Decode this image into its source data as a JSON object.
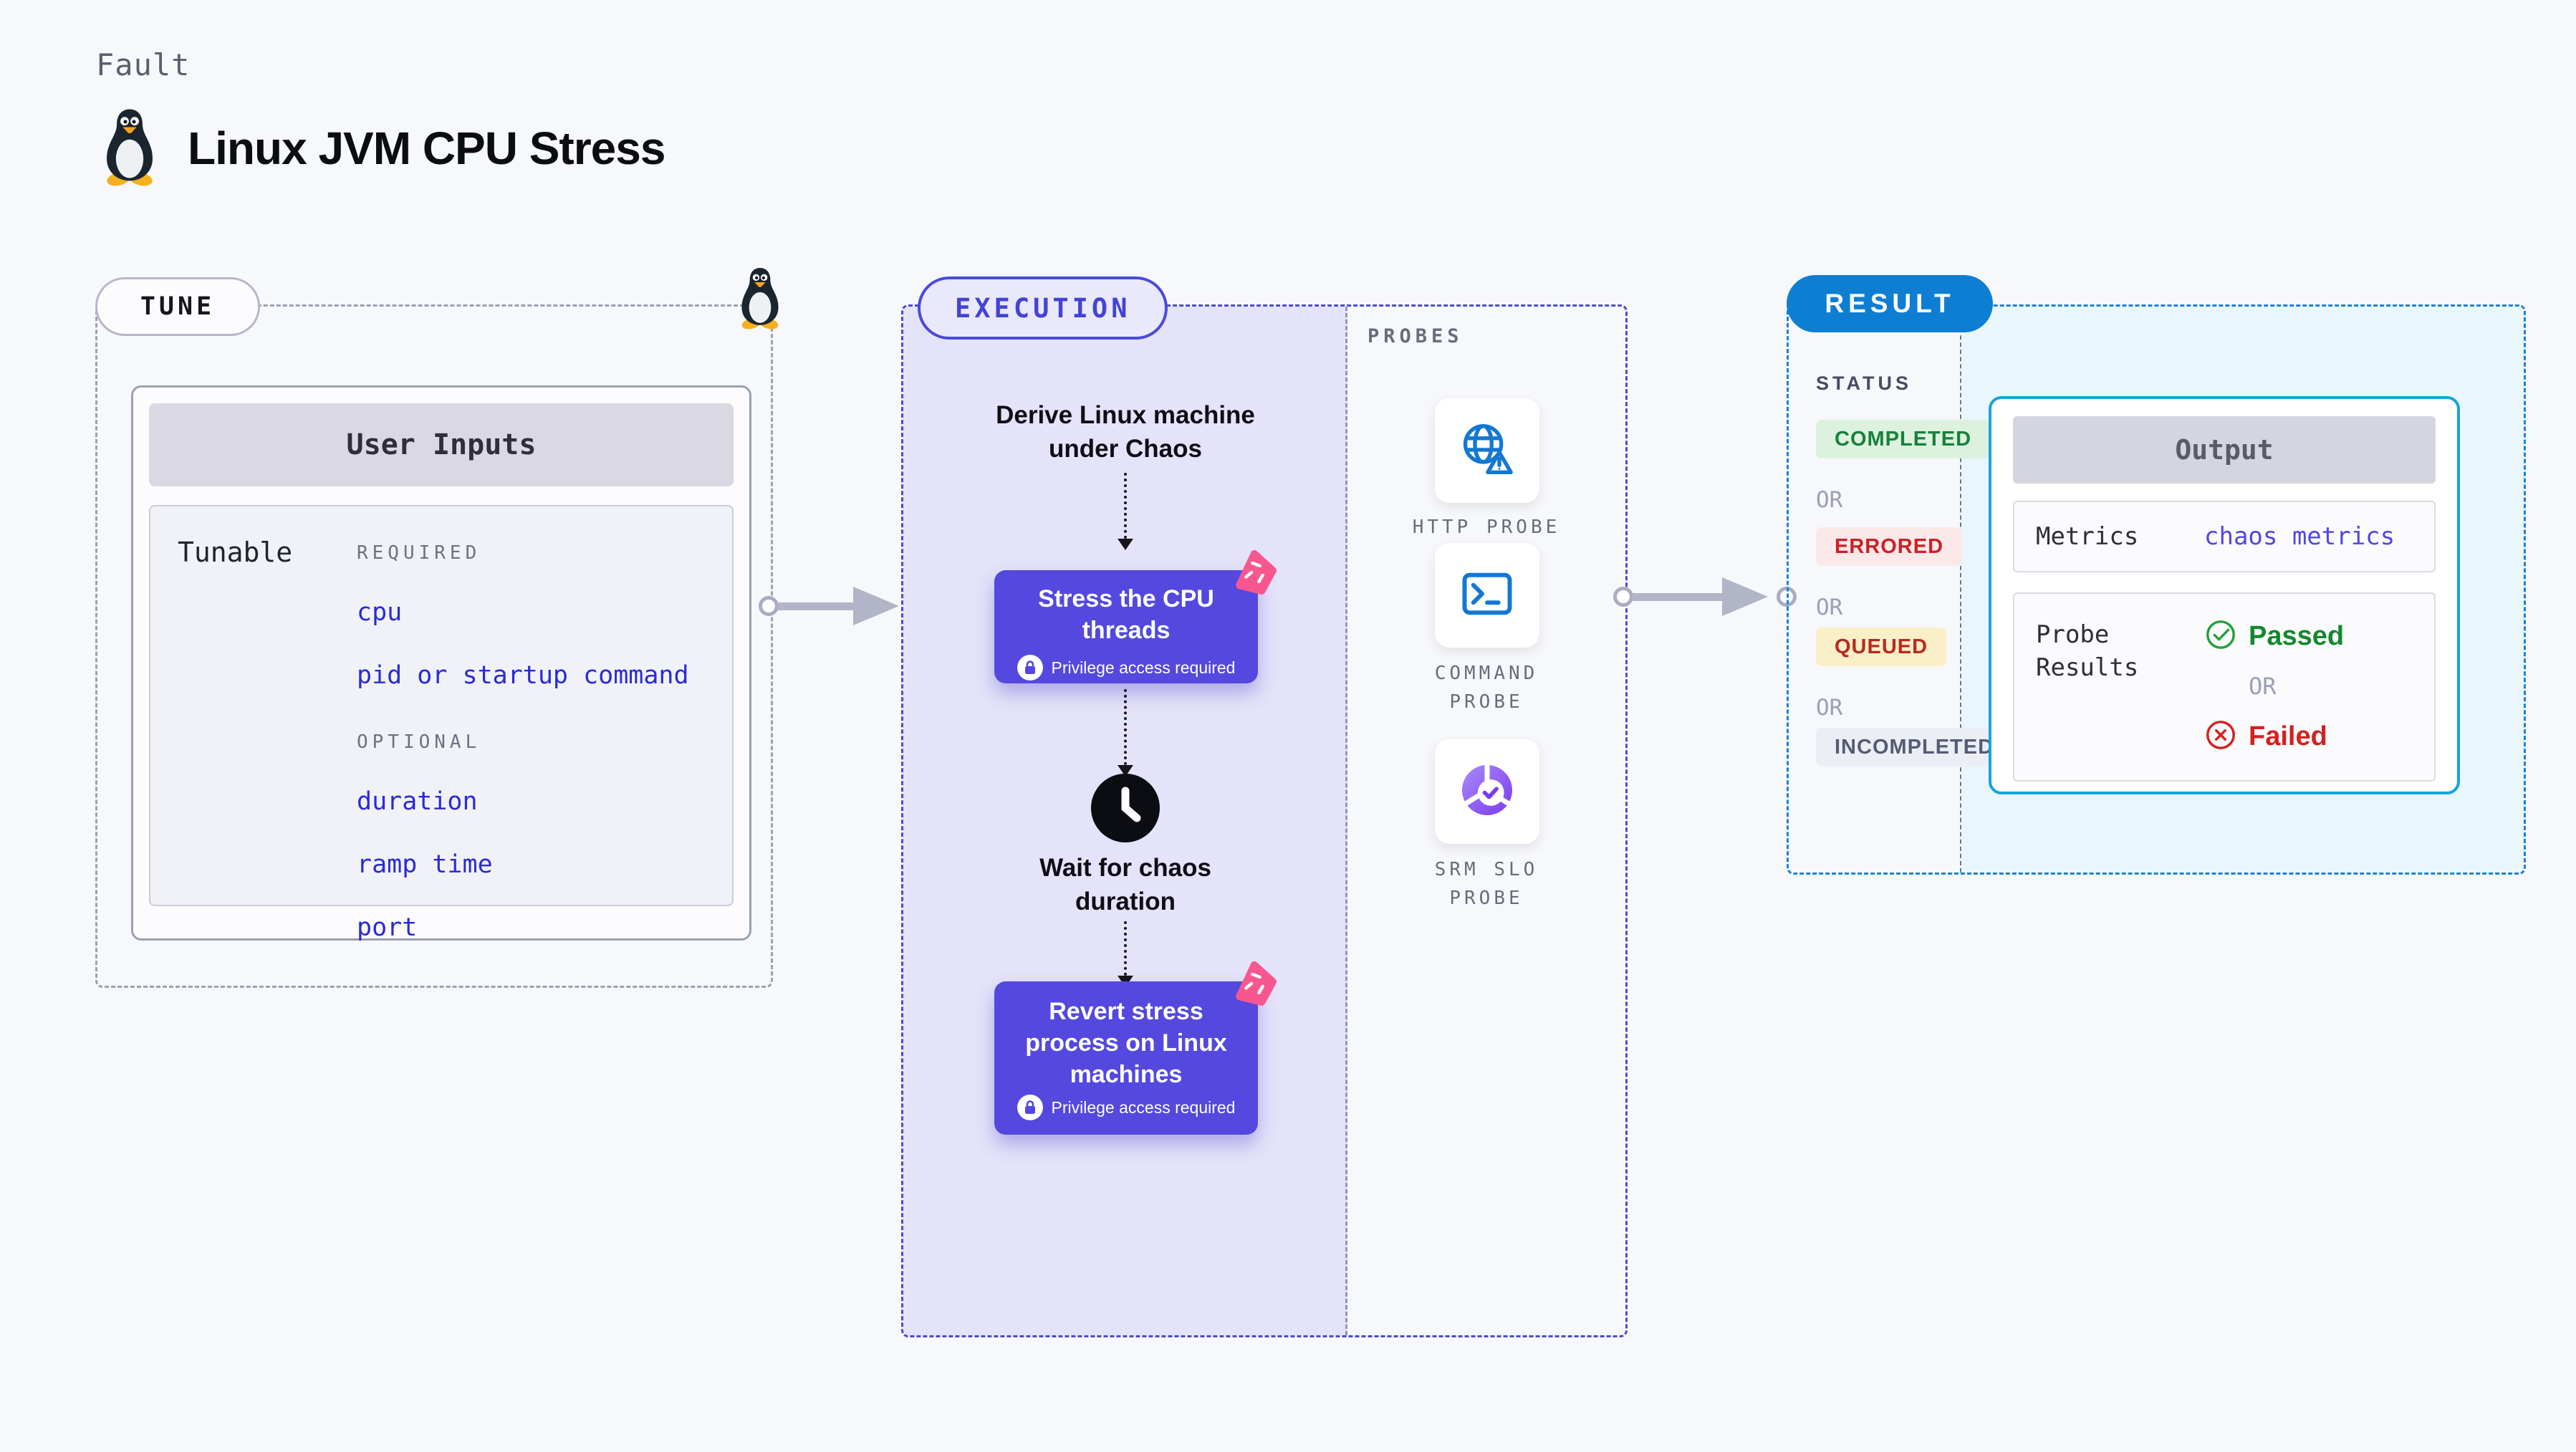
{
  "colors": {
    "accent_indigo": "#4a4bd9",
    "accent_blue": "#0e7ed3",
    "accent_cyan": "#14a4dc",
    "button_purple": "#5448de",
    "link_blue": "#2a2ad5",
    "green": "#15872f",
    "red": "#d42020",
    "pink_logo": "#f7578f",
    "lavender_bg": "#e5e3f9",
    "cyan_bg": "#e9f6fc"
  },
  "header": {
    "eyebrow": "Fault",
    "title": "Linux JVM CPU Stress",
    "title_icon": "linux-tux"
  },
  "tune": {
    "badge": "TUNE",
    "card_title": "User Inputs",
    "row_label": "Tunable",
    "required_label": "REQUIRED",
    "optional_label": "OPTIONAL",
    "required_items": [
      "cpu",
      "pid or startup command"
    ],
    "optional_items": [
      "duration",
      "ramp time",
      "port"
    ]
  },
  "execution": {
    "badge": "EXECUTION",
    "step1": {
      "line1": "Derive Linux machine",
      "line2": "under Chaos"
    },
    "stress": {
      "line1": "Stress the CPU",
      "line2": "threads",
      "privilege": "Privilege access required"
    },
    "wait": {
      "line1": "Wait for chaos",
      "line2": "duration"
    },
    "revert": {
      "line1": "Revert stress",
      "line2": "process on Linux",
      "line3": "machines",
      "privilege": "Privilege access required"
    }
  },
  "probes": {
    "label": "PROBES",
    "items": [
      {
        "label1": "HTTP PROBE",
        "label2": "",
        "icon": "globe-alert-icon"
      },
      {
        "label1": "COMMAND",
        "label2": "PROBE",
        "icon": "terminal-icon"
      },
      {
        "label1": "SRM SLO",
        "label2": "PROBE",
        "icon": "slo-donut-icon"
      }
    ]
  },
  "result": {
    "badge": "RESULT",
    "status_label": "STATUS",
    "or_label": "OR",
    "statuses": [
      {
        "label": "COMPLETED",
        "fg": "#17813a",
        "bg": "#ddf1df"
      },
      {
        "label": "ERRORED",
        "fg": "#cb2026",
        "bg": "#fbe9e9"
      },
      {
        "label": "QUEUED",
        "fg": "#b8291f",
        "bg": "#faf0c8"
      },
      {
        "label": "INCOMPLETED",
        "fg": "#555c73",
        "bg": "#eceef5"
      }
    ],
    "output": {
      "title": "Output",
      "metrics_label": "Metrics",
      "metrics_value": "chaos metrics",
      "probe_label_line1": "Probe",
      "probe_label_line2": "Results",
      "passed": "Passed",
      "failed": "Failed",
      "or": "OR"
    }
  }
}
